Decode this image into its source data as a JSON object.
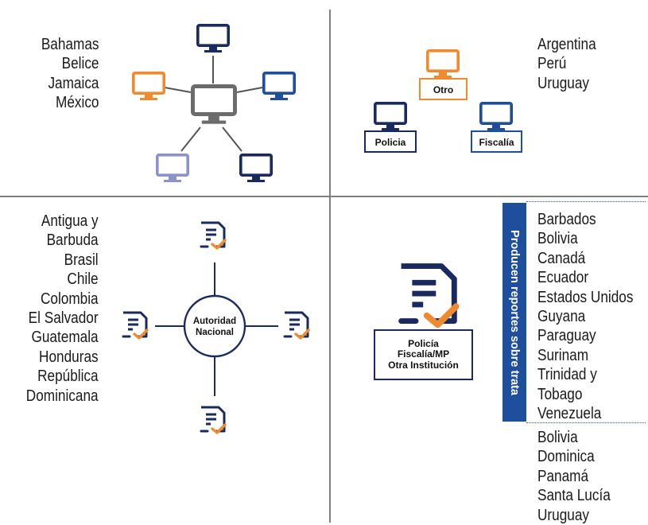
{
  "quadrants": {
    "top_left": {
      "countries": [
        "Bahamas",
        "Belice",
        "Jamaica",
        "México"
      ]
    },
    "top_right": {
      "countries": [
        "Argentina",
        "Perú",
        "Uruguay"
      ],
      "nodes": {
        "top": "Otro",
        "left": "Policia",
        "right": "Fiscalía"
      }
    },
    "bottom_left": {
      "countries": [
        "Antigua y",
        "Barbuda",
        "Brasil",
        "Chile",
        "Colombia",
        "El Salvador",
        "Guatemala",
        "Honduras",
        "República",
        "Dominicana"
      ],
      "hub_line1": "Autoridad",
      "hub_line2": "Nacional"
    },
    "bottom_right": {
      "institution_lines": [
        "Policía",
        "Fiscalía/MP",
        "Otra Institución"
      ],
      "side_label": "Producen reportes sobre trata",
      "countries_reporting": [
        "Barbados",
        "Bolivia",
        "Canadá",
        "Ecuador",
        "Estados Unidos",
        "Guyana",
        "Paraguay",
        "Surinam",
        "Trinidad y",
        "Tobago",
        "Venezuela"
      ],
      "countries_other": [
        "Bolivia",
        "Dominica",
        "Panamá",
        "Santa Lucía",
        "Uruguay"
      ]
    }
  },
  "colors": {
    "navy": "#1b2a5e",
    "orange": "#f08a2e",
    "blue": "#1f4e9d",
    "lavender": "#8b93c9",
    "gray": "#6b6b6b",
    "divider": "#7f7f7f"
  },
  "icons": {
    "computer": "computer-monitor-icon",
    "document": "document-check-icon"
  }
}
